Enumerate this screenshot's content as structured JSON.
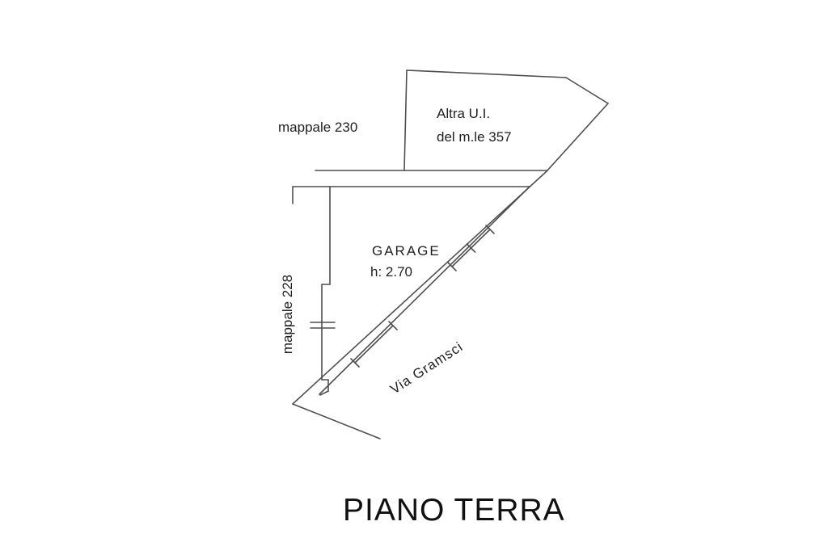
{
  "page": {
    "background_color": "#ffffff",
    "line_color": "#4f4f4f",
    "text_color": "#1f1f1f"
  },
  "plan": {
    "title": "PIANO TERRA",
    "labels": {
      "parcel_230": "mappale 230",
      "parcel_228": "mappale 228",
      "other_unit_line1": "Altra U.I.",
      "other_unit_line2": "del m.le 357",
      "room_name": "GARAGE",
      "room_height": "h: 2.70",
      "street_name": "Via Gramsci"
    }
  }
}
